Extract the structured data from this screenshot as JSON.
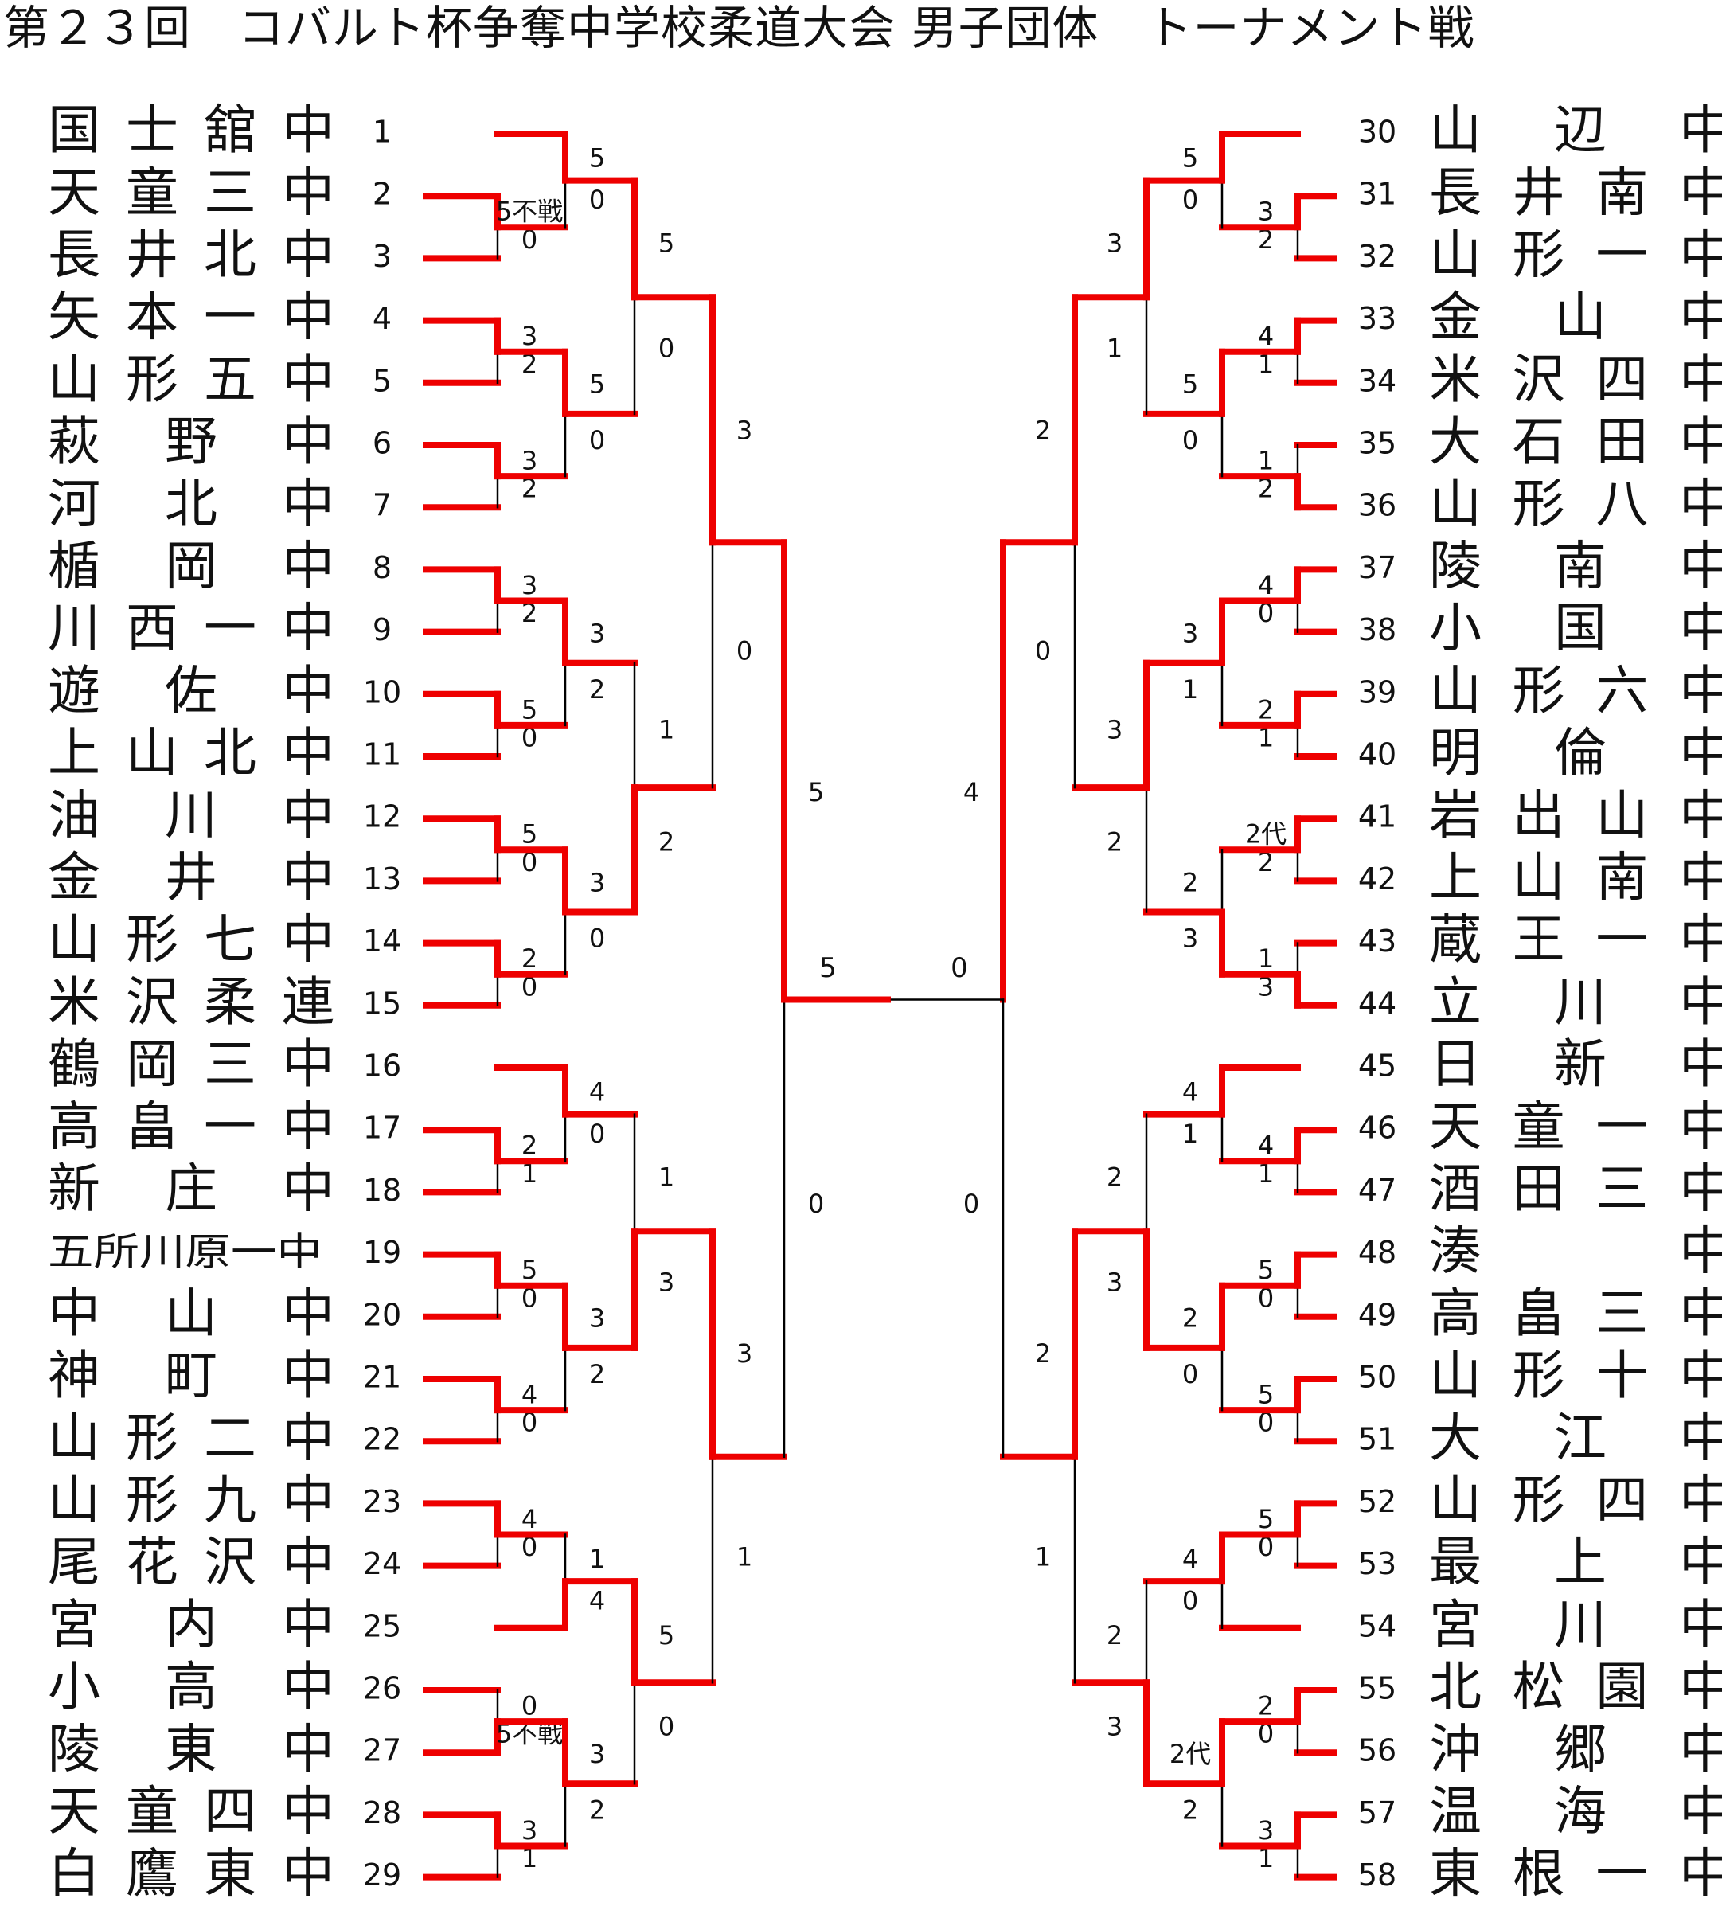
{
  "title": "第２３回　コバルト杯争奪中学校柔道大会 男子団体　トーナメント戦",
  "colors": {
    "winner_line": "#ee0000",
    "line": "#000000",
    "text": "#111111"
  },
  "left_teams": [
    {
      "no": "1",
      "name": "国士舘中"
    },
    {
      "no": "2",
      "name": "天童三中"
    },
    {
      "no": "3",
      "name": "長井北中"
    },
    {
      "no": "4",
      "name": "矢本一中"
    },
    {
      "no": "5",
      "name": "山形五中"
    },
    {
      "no": "6",
      "name": "萩　野　中"
    },
    {
      "no": "7",
      "name": "河　北　中"
    },
    {
      "no": "8",
      "name": "楯　岡　中"
    },
    {
      "no": "9",
      "name": "川西一中"
    },
    {
      "no": "10",
      "name": "遊　佐　中"
    },
    {
      "no": "11",
      "name": "上山北中"
    },
    {
      "no": "12",
      "name": "油　川　中"
    },
    {
      "no": "13",
      "name": "金　井　中"
    },
    {
      "no": "14",
      "name": "山形七中"
    },
    {
      "no": "15",
      "name": "米沢柔連"
    },
    {
      "no": "16",
      "name": "鶴岡三中"
    },
    {
      "no": "17",
      "name": "高畠一中"
    },
    {
      "no": "18",
      "name": "新　庄　中"
    },
    {
      "no": "19",
      "name": "五所川原一中"
    },
    {
      "no": "20",
      "name": "中　山　中"
    },
    {
      "no": "21",
      "name": "神　町　中"
    },
    {
      "no": "22",
      "name": "山形二中"
    },
    {
      "no": "23",
      "name": "山形九中"
    },
    {
      "no": "24",
      "name": "尾花沢中"
    },
    {
      "no": "25",
      "name": "宮　内　中"
    },
    {
      "no": "26",
      "name": "小　高　中"
    },
    {
      "no": "27",
      "name": "陵　東　中"
    },
    {
      "no": "28",
      "name": "天童四中"
    },
    {
      "no": "29",
      "name": "白鷹東中"
    }
  ],
  "right_teams": [
    {
      "no": "30",
      "name": "山　辺　中"
    },
    {
      "no": "31",
      "name": "長井南中"
    },
    {
      "no": "32",
      "name": "山形一中"
    },
    {
      "no": "33",
      "name": "金　山　中"
    },
    {
      "no": "34",
      "name": "米沢四中"
    },
    {
      "no": "35",
      "name": "大石田中"
    },
    {
      "no": "36",
      "name": "山形八中"
    },
    {
      "no": "37",
      "name": "陵　南　中"
    },
    {
      "no": "38",
      "name": "小　国　中"
    },
    {
      "no": "39",
      "name": "山形六中"
    },
    {
      "no": "40",
      "name": "明　倫　中"
    },
    {
      "no": "41",
      "name": "岩出山中"
    },
    {
      "no": "42",
      "name": "上山南中"
    },
    {
      "no": "43",
      "name": "蔵王一中"
    },
    {
      "no": "44",
      "name": "立　川　中"
    },
    {
      "no": "45",
      "name": "日　新　中"
    },
    {
      "no": "46",
      "name": "天童一中"
    },
    {
      "no": "47",
      "name": "酒田三中"
    },
    {
      "no": "48",
      "name": "湊　　　中"
    },
    {
      "no": "49",
      "name": "高畠三中"
    },
    {
      "no": "50",
      "name": "山形十中"
    },
    {
      "no": "51",
      "name": "大　江　中"
    },
    {
      "no": "52",
      "name": "山形四中"
    },
    {
      "no": "53",
      "name": "最　上　中"
    },
    {
      "no": "54",
      "name": "宮　川　中"
    },
    {
      "no": "55",
      "name": "北松園中"
    },
    {
      "no": "56",
      "name": "沖　郷　中"
    },
    {
      "no": "57",
      "name": "温　海　中"
    },
    {
      "no": "58",
      "name": "東根一中"
    }
  ],
  "scores": {
    "L": {
      "r1": [
        [
          "5不戦",
          "0"
        ],
        [
          "3",
          "2"
        ],
        [
          "3",
          "2"
        ],
        [
          "3",
          "2"
        ],
        [
          "5",
          "0"
        ],
        [
          "5",
          "0"
        ],
        [
          "2",
          "0"
        ],
        [
          "2",
          "1"
        ],
        [
          "5",
          "0"
        ],
        [
          "4",
          "0"
        ],
        [
          "4",
          "0"
        ],
        [
          "0",
          "5不戦"
        ],
        [
          "3",
          "1"
        ]
      ],
      "r2": [
        [
          "5",
          "0"
        ],
        [
          "5",
          "0"
        ],
        [
          "3",
          "2"
        ],
        [
          "3",
          "0"
        ],
        [
          "4",
          "0"
        ],
        [
          "3",
          "2"
        ],
        [
          "1",
          "4"
        ],
        [
          "3",
          "2"
        ]
      ],
      "r3": [
        [
          "5",
          "0"
        ],
        [
          "1",
          "2"
        ],
        [
          "1",
          "3"
        ],
        [
          "5",
          "0"
        ]
      ],
      "r4": [
        [
          "3",
          "0"
        ],
        [
          "3",
          "1"
        ]
      ],
      "r5": [
        "5",
        "0"
      ],
      "final": "5"
    },
    "R": {
      "r1": [
        [
          "3",
          "2"
        ],
        [
          "4",
          "1"
        ],
        [
          "1",
          "2"
        ],
        [
          "4",
          "0"
        ],
        [
          "2",
          "1"
        ],
        [
          "2代",
          "2"
        ],
        [
          "1",
          "3"
        ],
        [
          "4",
          "1"
        ],
        [
          "5",
          "0"
        ],
        [
          "5",
          "0"
        ],
        [
          "5",
          "0"
        ],
        [
          "2",
          "0"
        ],
        [
          "3",
          "1"
        ]
      ],
      "r2": [
        [
          "5",
          "0"
        ],
        [
          "5",
          "0"
        ],
        [
          "3",
          "1"
        ],
        [
          "2",
          "3"
        ],
        [
          "4",
          "1"
        ],
        [
          "2",
          "0"
        ],
        [
          "4",
          "0"
        ],
        [
          "2代",
          "2"
        ]
      ],
      "r3": [
        [
          "3",
          "1"
        ],
        [
          "3",
          "2"
        ],
        [
          "2",
          "3"
        ],
        [
          "2",
          "3"
        ]
      ],
      "r4": [
        [
          "2",
          "0"
        ],
        [
          "2",
          "1"
        ]
      ],
      "r5": [
        "4",
        "0"
      ],
      "final": "0"
    }
  }
}
